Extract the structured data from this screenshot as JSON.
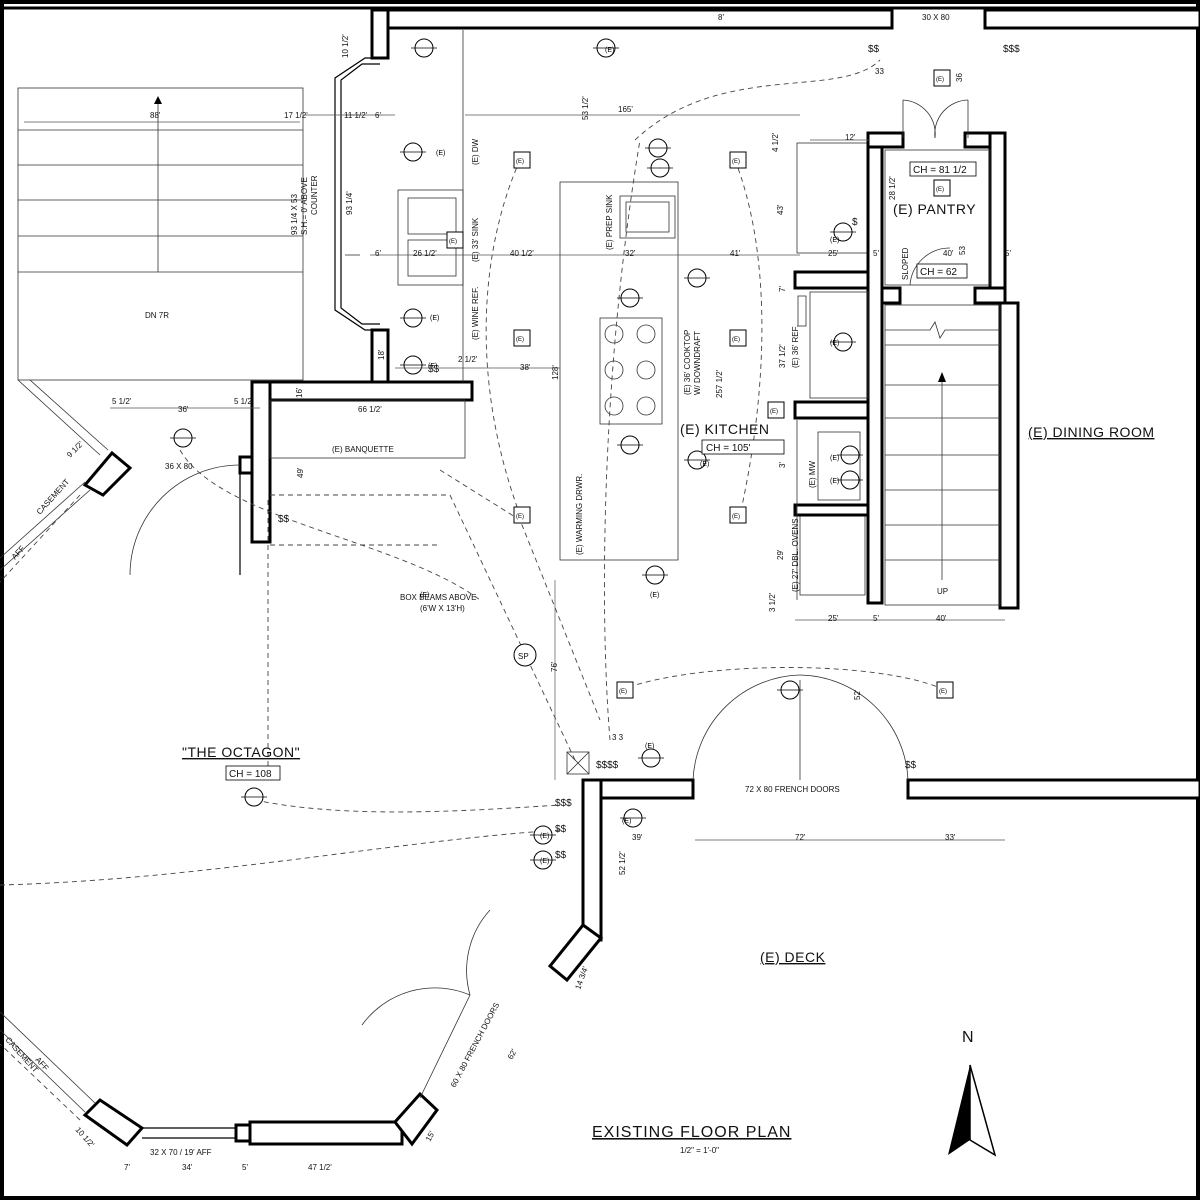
{
  "title": "EXISTING FLOOR PLAN",
  "scale": "1/2\" = 1'-0\"",
  "north": "N",
  "rooms": {
    "kitchen": "(E) KITCHEN",
    "kitchen_ch": "CH = 105'",
    "pantry": "(E) PANTRY",
    "pantry_ch": "CH = 81 1/2",
    "pantry_ch2": "CH = 62",
    "dining": "(E) DINING ROOM",
    "octagon": "\"THE OCTAGON\"",
    "octagon_ch": "CH = 108",
    "deck": "(E) DECK"
  },
  "notes": {
    "box_beams": "BOX BEAMS ABOVE",
    "box_beams_size": "(6'W X 13'H)",
    "banquette": "(E) BANQUETTE",
    "french_doors_72": "72 X 80 FRENCH DOORS",
    "french_doors_60": "60 X 80 FRENCH DOORS",
    "door_36": "36 X 80",
    "door_30": "30 X 80",
    "window_32": "32 X 70 / 19' AFF",
    "stair_dn": "DN 7R",
    "stair_up": "UP",
    "sloped": "SLOPED",
    "sp": "SP",
    "counter_note1": "93 1/4 X 53",
    "counter_note2": "S.H.= 0' ABOVE",
    "counter_note3": "COUNTER",
    "casement_top": "CASEMENT",
    "casement_bot": "CASEMENT",
    "aff": "AFF"
  },
  "appliances": {
    "dw": "(E) DW",
    "sink": "(E) 33' SINK",
    "wine": "(E) WINE REF.",
    "prep_sink": "(E) PREP SINK",
    "cooktop": "(E) 36' COOKTOP",
    "downdraft": "W/ DOWNDRAFT",
    "warming": "(E) WARMING DRWR.",
    "ref36": "(E) 36' REF.",
    "mw": "(E) MW",
    "ovens": "(E) 27' DBL. OVENS"
  },
  "fixture_label": "(E)",
  "dimensions": {
    "d88": "88'",
    "d17_5": "17 1/2'",
    "d11_5": "11 1/2'",
    "d6a": "6'",
    "d53_5": "53 1/2'",
    "d165": "165'",
    "d4_5": "4 1/2'",
    "d12": "12'",
    "d10_5": "10 1/2'",
    "d93_25": "93 1/4'",
    "d26_5": "26 1/2'",
    "d6b": "6'",
    "d40_5": "40 1/2'",
    "d32": "32'",
    "d41": "41'",
    "d25a": "25'",
    "d5a": "5'",
    "d40a": "40'",
    "d5b": "5'",
    "d43": "43'",
    "d28_5": "28 1/2'",
    "d53": "53",
    "d36": "36",
    "d18": "18'",
    "d2_5": "2 1/2'",
    "d38": "38'",
    "d128": "128'",
    "d257_5": "257 1/2'",
    "d37_5": "37 1/2'",
    "d7": "7'",
    "d3": "3'",
    "d29": "29'",
    "d3_5": "3 1/2'",
    "d25b": "25'",
    "d5c": "5'",
    "d40b": "40'",
    "d5_5a": "5 1/2'",
    "d36b": "36'",
    "d5_5b": "5 1/2'",
    "d9_5": "9 1/2'",
    "d66_5": "66 1/2'",
    "d16": "16'",
    "d49": "49'",
    "d76": "76'",
    "d52": "52'",
    "d39": "39'",
    "d72": "72'",
    "d33": "33'",
    "d52_5": "52 1/2'",
    "d14_75": "14 3/4'",
    "d62": "62'",
    "d15": "15'",
    "d10_5b": "10 1/2'",
    "d7b": "7'",
    "d34": "34'",
    "d5d": "5'",
    "d47_5": "47 1/2'",
    "d8": "8'",
    "d33b": "33",
    "d33c": "3 3"
  }
}
